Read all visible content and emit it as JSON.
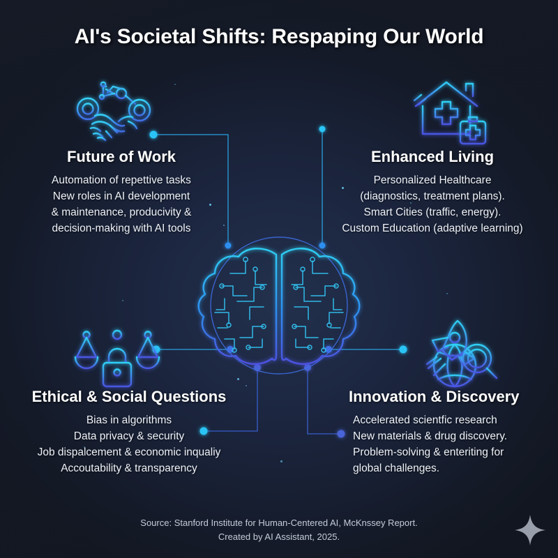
{
  "title": "AI's Societal Shifts: Respaping Our World",
  "theme": {
    "background_dark": "#151a26",
    "background_glow": "#23314d",
    "accent_cyan": "#29c5f6",
    "accent_blue": "#4a63d8",
    "heading_color": "#ffffff",
    "body_color": "#eef2f8",
    "footer_color": "#c5ccd8",
    "sparkle_color": "#9aa0ab"
  },
  "center": {
    "icon": "circuit-brain-icon",
    "label": "AI circuit brain"
  },
  "quadrants": [
    {
      "id": "future-of-work",
      "icon": "robot-handshake-icon",
      "heading": "Future of Work",
      "lines": [
        "Automation of repettive tasks",
        "New roles in AI development",
        "& maintenance, producivity &",
        "decision-making with AI tools"
      ]
    },
    {
      "id": "enhanced-living",
      "icon": "smart-home-health-icon",
      "heading": "Enhanced Living",
      "lines": [
        "Personalized Healthcare",
        "(diagnostics, treatment plans).",
        "Smart Cities (traffic, energy).",
        "Custom Education (adaptive learning)"
      ]
    },
    {
      "id": "ethical-social-questions",
      "icon": "scales-lock-icon",
      "heading": "Ethical & Social Questions",
      "lines": [
        "Bias in algorithms",
        "Data privacy & security",
        "Job dispalcement & economic inqualiy",
        "Accoutability & transparency"
      ]
    },
    {
      "id": "innovation-discovery",
      "icon": "rocket-globe-search-icon",
      "heading": "Innovation & Discovery",
      "lines": [
        "Accelerated scientfic research",
        "New materials & drug discovery.",
        "Problem-solving & enteriting for",
        "global challenges."
      ]
    }
  ],
  "footer": {
    "line1": "Source: Stanford Institute for Human-Centered AI, McKnssey Report.",
    "line2": "Created by AI Assistant, 2025."
  },
  "watermark": {
    "icon": "sparkle-icon"
  }
}
